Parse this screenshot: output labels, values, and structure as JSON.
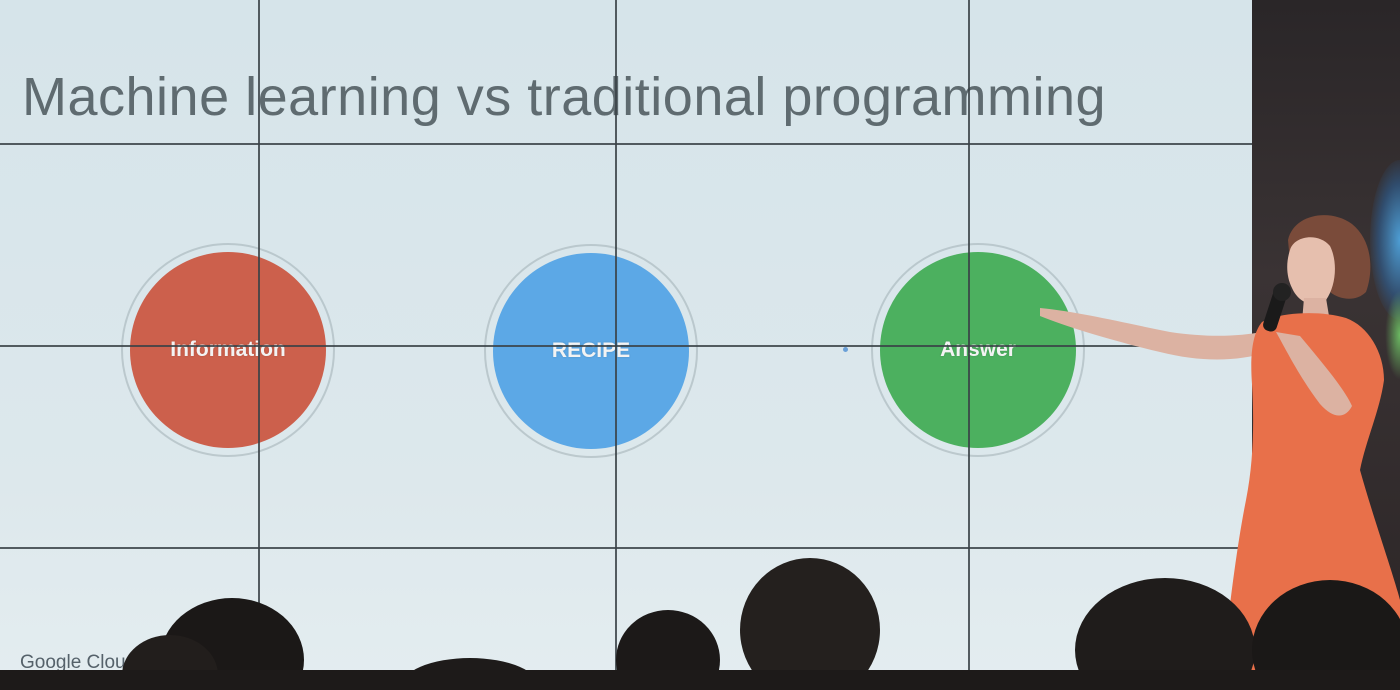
{
  "slide": {
    "title": "Machine learning vs traditional programming",
    "brand": "Google Clou",
    "circles": [
      {
        "label": "Information",
        "color": "#cc604c"
      },
      {
        "label": "RECIPE",
        "color": "#5ca8e6"
      },
      {
        "label": "Answer",
        "color": "#4cb05f"
      }
    ]
  },
  "colors": {
    "slide_background": "#d9e6eb",
    "title_text": "#5f6b70",
    "dress": "#e8704a"
  }
}
